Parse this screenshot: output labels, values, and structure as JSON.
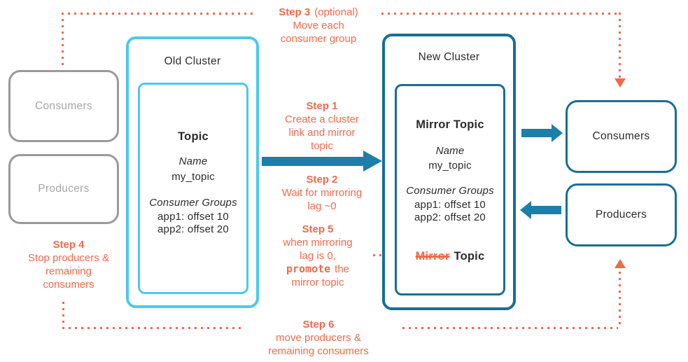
{
  "colors": {
    "orange": "#ed6a4c",
    "light_blue": "#4ac9ee",
    "teal": "#166f96",
    "arrow": "#1b7fa8",
    "gray_border": "#9a9a9a",
    "gray_text": "#a6a6a6",
    "dark": "#2b2b2b"
  },
  "left_boxes": {
    "consumers": "Consumers",
    "producers": "Producers"
  },
  "right_boxes": {
    "consumers": "Consumers",
    "producers": "Producers"
  },
  "old_cluster": {
    "label": "Old Cluster",
    "topic": {
      "title": "Topic",
      "name_label": "Name",
      "name_value": "my_topic",
      "groups_label": "Consumer Groups",
      "groups": [
        "app1: offset 10",
        "app2: offset 20"
      ]
    }
  },
  "new_cluster": {
    "label": "New Cluster",
    "topic": {
      "title": "Mirror Topic",
      "name_label": "Name",
      "name_value": "my_topic",
      "groups_label": "Consumer Groups",
      "groups": [
        "app1: offset 10",
        "app2: offset 20"
      ],
      "promoted_strike": "Mirror",
      "promoted_rest": "Topic"
    }
  },
  "steps": {
    "step1": {
      "title": "Step 1",
      "line1": "Create a cluster",
      "line2": "link and mirror",
      "line3": "topic"
    },
    "step2": {
      "title": "Step 2",
      "line1": "Wait for mirroring",
      "line2": "lag ~0"
    },
    "step3": {
      "title": "Step 3",
      "suffix": "(optional)",
      "line1": "Move each",
      "line2": "consumer group"
    },
    "step4": {
      "title": "Step 4",
      "line1": "Stop producers &",
      "line2": "remaining",
      "line3": "consumers"
    },
    "step5": {
      "title": "Step 5",
      "line1": "when mirroring",
      "line2": "lag is 0,",
      "promote_word": "promote",
      "after_promote": "the",
      "line4": "mirror topic"
    },
    "step6": {
      "title": "Step 6",
      "line1": "move producers &",
      "line2": "remaining consumers"
    }
  }
}
